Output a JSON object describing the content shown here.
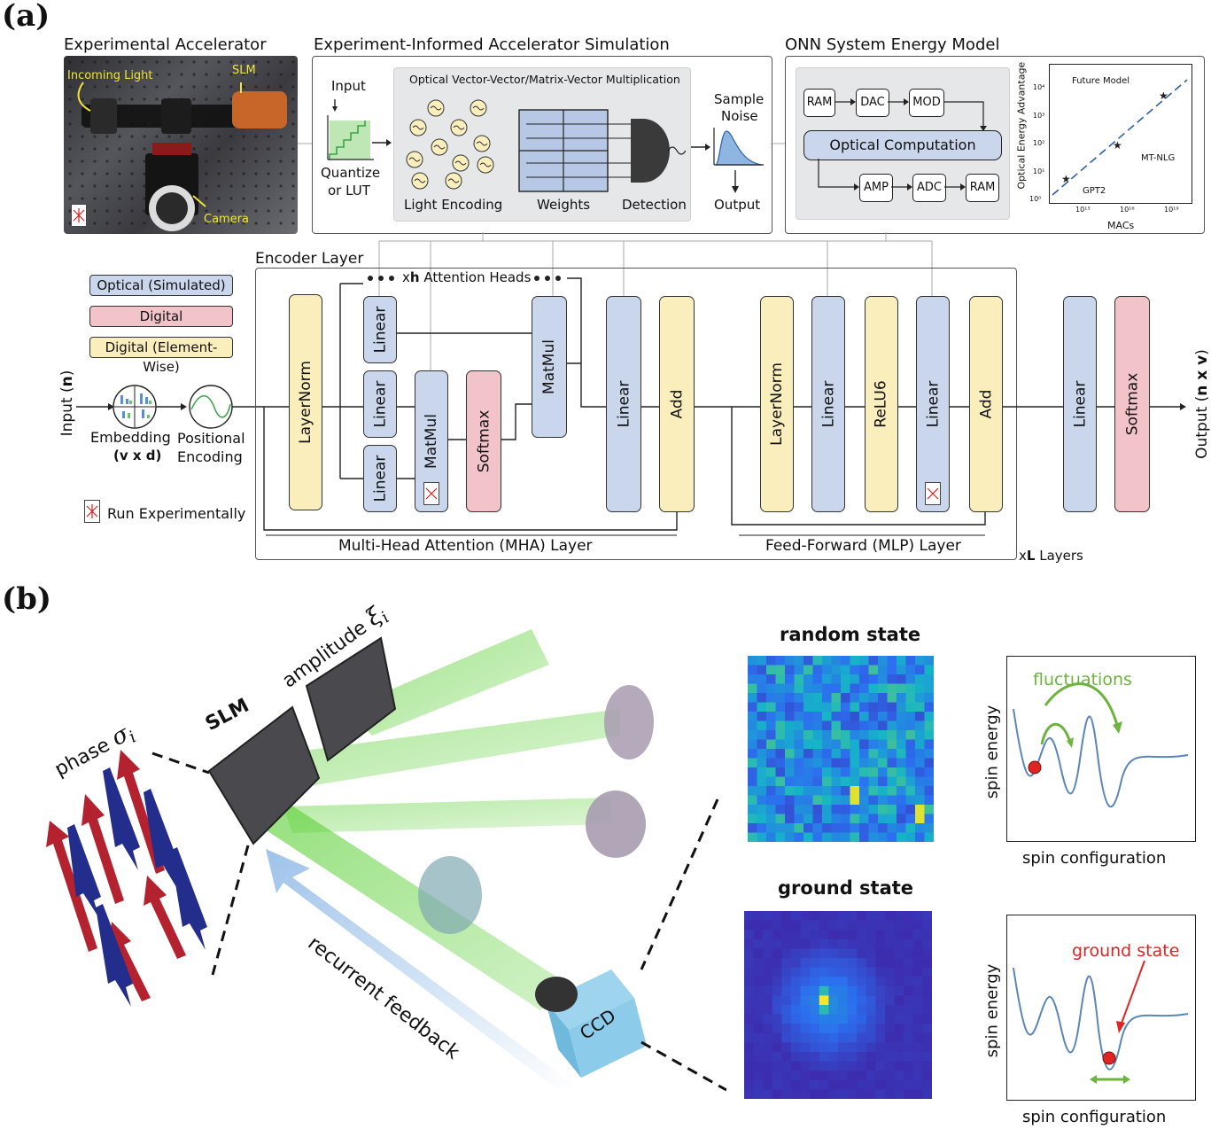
{
  "panel_a": {
    "letter": "(a)",
    "experimental": {
      "title": "Experimental Accelerator",
      "incoming_light": "Incoming Light",
      "slm": "SLM",
      "camera": "Camera"
    },
    "simulation": {
      "title": "Experiment-Informed Accelerator Simulation",
      "input": "Input",
      "quantize_1": "Quantize",
      "quantize_2": "or LUT",
      "inner_title": "Optical Vector-Vector/Matrix-Vector Multiplication",
      "light_encoding": "Light Encoding",
      "weights": "Weights",
      "detection": "Detection",
      "sample_1": "Sample",
      "sample_2": "Noise",
      "output": "Output"
    },
    "energy": {
      "title": "ONN System Energy Model",
      "ram_in": "RAM",
      "dac": "DAC",
      "mod": "MOD",
      "optical_computation": "Optical Computation",
      "amp": "AMP",
      "adc": "ADC",
      "ram_out": "RAM",
      "plot": {
        "ylabel": "Optical Energy Advantage",
        "xlabel": "MACs",
        "yticks": [
          "10⁰",
          "10¹",
          "10²",
          "10³",
          "10⁴"
        ],
        "xticks": [
          "10¹³",
          "10¹⁶",
          "10¹⁹"
        ],
        "future_model": "Future Model",
        "mt_nlg": "MT-NLG",
        "gpt2": "GPT2"
      }
    },
    "legend": {
      "optical": "Optical (Simulated)",
      "digital": "Digital",
      "digital_ew": "Digital (Element-Wise)",
      "run_exp": "Run Experimentally"
    },
    "encoder": {
      "title": "Encoder Layer",
      "heads_prefix": "x",
      "heads_bold": "h",
      "heads_suffix": " Attention Heads",
      "mha": "Multi-Head Attention (MHA) Layer",
      "mlp": "Feed-Forward (MLP) Layer",
      "layers_prefix": "x",
      "layers_bold": "L",
      "layers_suffix": " Layers"
    },
    "blocks": {
      "layernorm1": "LayerNorm",
      "linear_q": "Linear",
      "linear_k": "Linear",
      "linear_v": "Linear",
      "matmul1": "MatMul",
      "softmax1": "Softmax",
      "matmul2": "MatMul",
      "linear_o": "Linear",
      "add1": "Add",
      "layernorm2": "LayerNorm",
      "linear_ff1": "Linear",
      "relu6": "ReLU6",
      "linear_ff2": "Linear",
      "add2": "Add",
      "linear_out": "Linear",
      "softmax_out": "Softmax"
    },
    "io": {
      "input": "Input (",
      "input_bold": "n",
      "input_end": ")",
      "embedding": "Embedding",
      "embedding_dim": "(v x d)",
      "positional_1": "Positional",
      "positional_2": "Encoding",
      "output": "Output (",
      "output_bold": "n x v",
      "output_end": ")"
    }
  },
  "panel_b": {
    "letter": "(b)",
    "phase": "phase",
    "sigma": "σ",
    "sigma_sub": "i",
    "slm": "SLM",
    "amplitude": "amplitude",
    "xi": "ξ",
    "xi_sub": "i",
    "recurrent": "recurrent feedback",
    "ccd": "CCD",
    "random_state": "random state",
    "ground_state_title": "ground state",
    "fluctuations": "fluctuations",
    "spin_energy_1": "spin energy",
    "spin_config_1": "spin configuration",
    "ground_state_label": "ground state",
    "spin_energy_2": "spin energy",
    "spin_config_2": "spin configuration"
  },
  "colors": {
    "optical_blue": "#c9d6ec",
    "digital_pink": "#f2c3c8",
    "elementwise_yellow": "#fbeebd",
    "beam_green": "#5fd13a",
    "spin_red": "#b5222f",
    "spin_blue": "#232e8c",
    "curve_blue": "#5a86b8",
    "fluct_green": "#6db33f",
    "ground_red": "#e02424"
  }
}
